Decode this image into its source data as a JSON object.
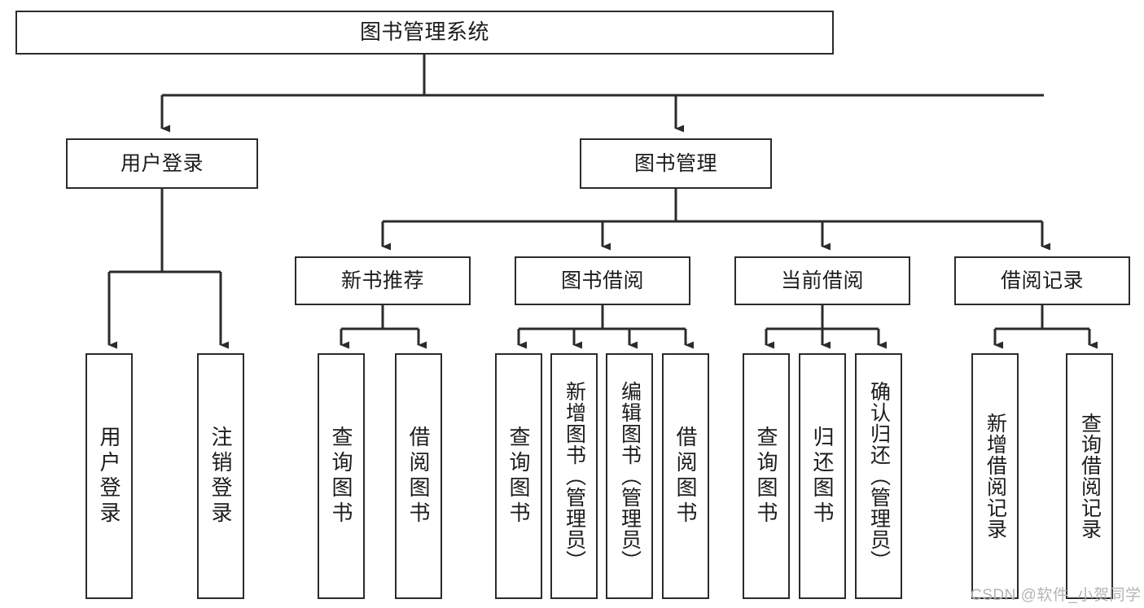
{
  "diagram": {
    "title": "图书管理系统",
    "type": "tree-hierarchy-chart",
    "watermark": "CSDN @软件_小贺同学",
    "colors": {
      "box_border": "#2b2b2b",
      "box_fill": "#ffffff",
      "edge": "#2b2b2b",
      "text": "#1c1c1c",
      "watermark": "#b4b4b4",
      "background": "#ffffff"
    },
    "nodes": {
      "root": {
        "label": "图书管理系统",
        "level": 1,
        "orientation": "horizontal"
      },
      "user_login": {
        "label": "用户登录",
        "level": 2,
        "orientation": "horizontal"
      },
      "book_manage": {
        "label": "图书管理",
        "level": 2,
        "orientation": "horizontal"
      },
      "new_book_rec": {
        "label": "新书推荐",
        "level": 3,
        "orientation": "horizontal"
      },
      "book_borrow": {
        "label": "图书借阅",
        "level": 3,
        "orientation": "horizontal"
      },
      "current_borrow": {
        "label": "当前借阅",
        "level": 3,
        "orientation": "horizontal"
      },
      "borrow_record": {
        "label": "借阅记录",
        "level": 3,
        "orientation": "horizontal"
      },
      "leaf_user_login": {
        "label": "用户登录",
        "level": 4,
        "orientation": "vertical"
      },
      "leaf_logout": {
        "label": "注销登录",
        "level": 4,
        "orientation": "vertical"
      },
      "leaf_query_book_a": {
        "label": "查询图书",
        "level": 4,
        "orientation": "vertical"
      },
      "leaf_borrow_book_a": {
        "label": "借阅图书",
        "level": 4,
        "orientation": "vertical"
      },
      "leaf_query_book_b": {
        "label": "查询图书",
        "level": 4,
        "orientation": "vertical"
      },
      "leaf_add_book": {
        "label": "新增图书（管理员）",
        "level": 4,
        "orientation": "vertical"
      },
      "leaf_edit_book": {
        "label": "编辑图书（管理员）",
        "level": 4,
        "orientation": "vertical"
      },
      "leaf_borrow_book_b": {
        "label": "借阅图书",
        "level": 4,
        "orientation": "vertical"
      },
      "leaf_query_book_c": {
        "label": "查询图书",
        "level": 4,
        "orientation": "vertical"
      },
      "leaf_return_book": {
        "label": "归还图书",
        "level": 4,
        "orientation": "vertical"
      },
      "leaf_confirm_return": {
        "label": "确认归还（管理员）",
        "level": 4,
        "orientation": "vertical"
      },
      "leaf_add_record": {
        "label": "新增借阅记录",
        "level": 4,
        "orientation": "vertical"
      },
      "leaf_query_record": {
        "label": "查询借阅记录",
        "level": 4,
        "orientation": "vertical"
      }
    },
    "edges": [
      {
        "from": "root",
        "to": "user_login"
      },
      {
        "from": "root",
        "to": "book_manage"
      },
      {
        "from": "user_login",
        "to": "leaf_user_login"
      },
      {
        "from": "user_login",
        "to": "leaf_logout"
      },
      {
        "from": "book_manage",
        "to": "new_book_rec"
      },
      {
        "from": "book_manage",
        "to": "book_borrow"
      },
      {
        "from": "book_manage",
        "to": "current_borrow"
      },
      {
        "from": "book_manage",
        "to": "borrow_record"
      },
      {
        "from": "new_book_rec",
        "to": "leaf_query_book_a"
      },
      {
        "from": "new_book_rec",
        "to": "leaf_borrow_book_a"
      },
      {
        "from": "book_borrow",
        "to": "leaf_query_book_b"
      },
      {
        "from": "book_borrow",
        "to": "leaf_add_book"
      },
      {
        "from": "book_borrow",
        "to": "leaf_edit_book"
      },
      {
        "from": "book_borrow",
        "to": "leaf_borrow_book_b"
      },
      {
        "from": "current_borrow",
        "to": "leaf_query_book_c"
      },
      {
        "from": "current_borrow",
        "to": "leaf_return_book"
      },
      {
        "from": "current_borrow",
        "to": "leaf_confirm_return"
      },
      {
        "from": "borrow_record",
        "to": "leaf_add_record"
      },
      {
        "from": "borrow_record",
        "to": "leaf_query_record"
      }
    ]
  }
}
